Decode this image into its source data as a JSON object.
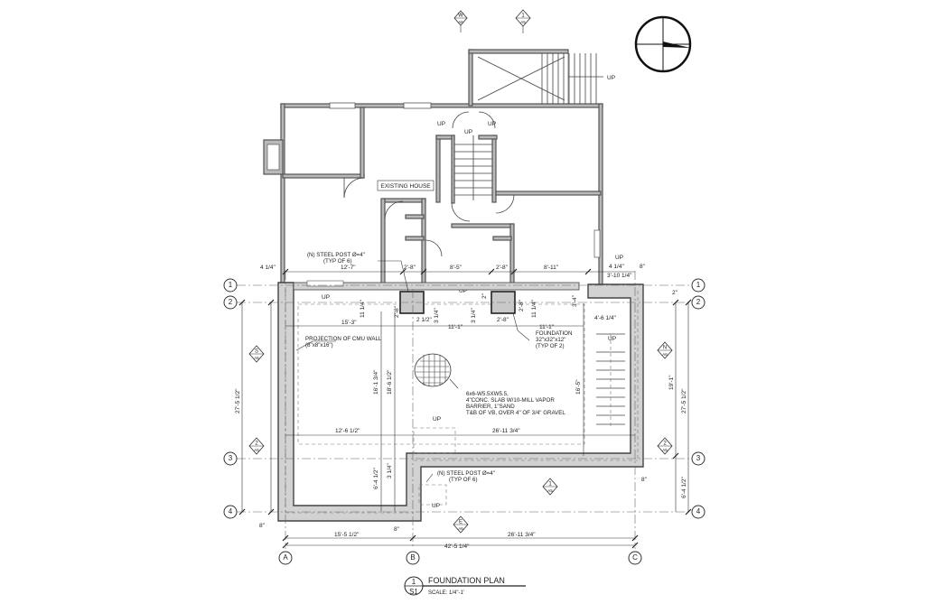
{
  "grid_rows": [
    "1",
    "2",
    "3",
    "4"
  ],
  "grid_cols": [
    "A",
    "B",
    "C"
  ],
  "rooms": {
    "existing_house": "EXISTING HOUSE"
  },
  "stairs": {
    "up": "UP"
  },
  "notes": {
    "steel_post_top_1": "(N) STEEL POST Ø=4\"",
    "steel_post_top_2": "(TYP OF 6)",
    "steel_post_bot_1": "(N) STEEL POST Ø=4\"",
    "steel_post_bot_2": "(TYP OF 6)",
    "cmu_1": "PROJECTION OF CMU WALL",
    "cmu_2": "(8\"x8\"x16\")",
    "foundation_1": "FOUNDATION",
    "foundation_2": "32\"x32\"x12\"",
    "foundation_3": "(TYP OF 2)",
    "slab_1": "6x6-W5.5XW5.5,",
    "slab_2": "4\"CONC. SLAB W/10-MILL VAPOR",
    "slab_3": "BARRIER, 1\"SAND",
    "slab_4": "T&B OF VB, OVER 4\" OF 3/4\" GRAVEL"
  },
  "dims": {
    "d_4_1_4_top": "4 1/4\"",
    "d_12_7": "12'-7\"",
    "d_2_8_a": "2'-8\"",
    "d_8_5": "8'-5\"",
    "d_2_8_b": "2'-8\"",
    "d_8_11": "8'-11\"",
    "d_4_1_4_r": "4 1/4\"",
    "d_3_10_1_4": "3'-10 1/4\"",
    "d_8_r1": "8\"",
    "d_2_r": "2\"",
    "d_2_8_v1": "2'-8\"",
    "d_11_1_4_a": "11 1/4\"",
    "d_2_1_2": "2 1/2\"",
    "d_3_1_4_a": "3 1/4\"",
    "d_2_a": "2\"",
    "d_2_8_v2": "2'-8\"",
    "d_11_1_4_b": "11 1/4\"",
    "d_3_1_4_b": "3 1/4\"",
    "d_2_8_h": "2'-8\"",
    "d_3_4": "3'-4\"",
    "d_4_6_1_4": "4'-6 1/4\"",
    "d_15_3": "15'-3\"",
    "d_11_1_a": "11'-1\"",
    "d_11_1_b": "11'-1\"",
    "d_16_1_3_4": "16'-1 3/4\"",
    "d_18_6_1_2": "18'-6 1/2\"",
    "d_16_5": "16'-5\"",
    "d_19_1": "19'-1\"",
    "d_27_5_1_2_l": "27'-5 1/2\"",
    "d_27_5_1_2_r": "27'-5 1/2\"",
    "d_12_6_1_2": "12'-6 1/2\"",
    "d_26_11_3_4_mid": "26'-11 3/4\"",
    "d_6_4_1_2_l": "6'-4 1/2\"",
    "d_3_1_4_c": "3 1/4\"",
    "d_6_4_1_2_r": "6'-4 1/2\"",
    "d_8_r2": "8\"",
    "d_8_l1": "8\"",
    "d_8_l2": "8\"",
    "d_15_5_1_2": "15'-5 1/2\"",
    "d_26_11_3_4_bot": "26'-11 3/4\"",
    "d_42_5_1_4": "42'-5 1/4\""
  },
  "section_markers": {
    "w_letter": "W",
    "w_sheet": "A6",
    "one_top_num": "1",
    "one_top_sheet": "A5",
    "s_letter": "S",
    "s_sheet": "A6",
    "n_letter": "N",
    "n_sheet": "A6",
    "two_l_num": "2",
    "two_l_sheet": "A5",
    "two_r_num": "2",
    "two_r_sheet": "A5",
    "one_mid_num": "1",
    "one_mid_sheet": "A5",
    "e_letter": "E",
    "e_sheet": "A6"
  },
  "title_block": {
    "number": "1",
    "sheet": "S1",
    "title": "FOUNDATION PLAN",
    "scale": "SCALE: 1/4\"-1'"
  }
}
